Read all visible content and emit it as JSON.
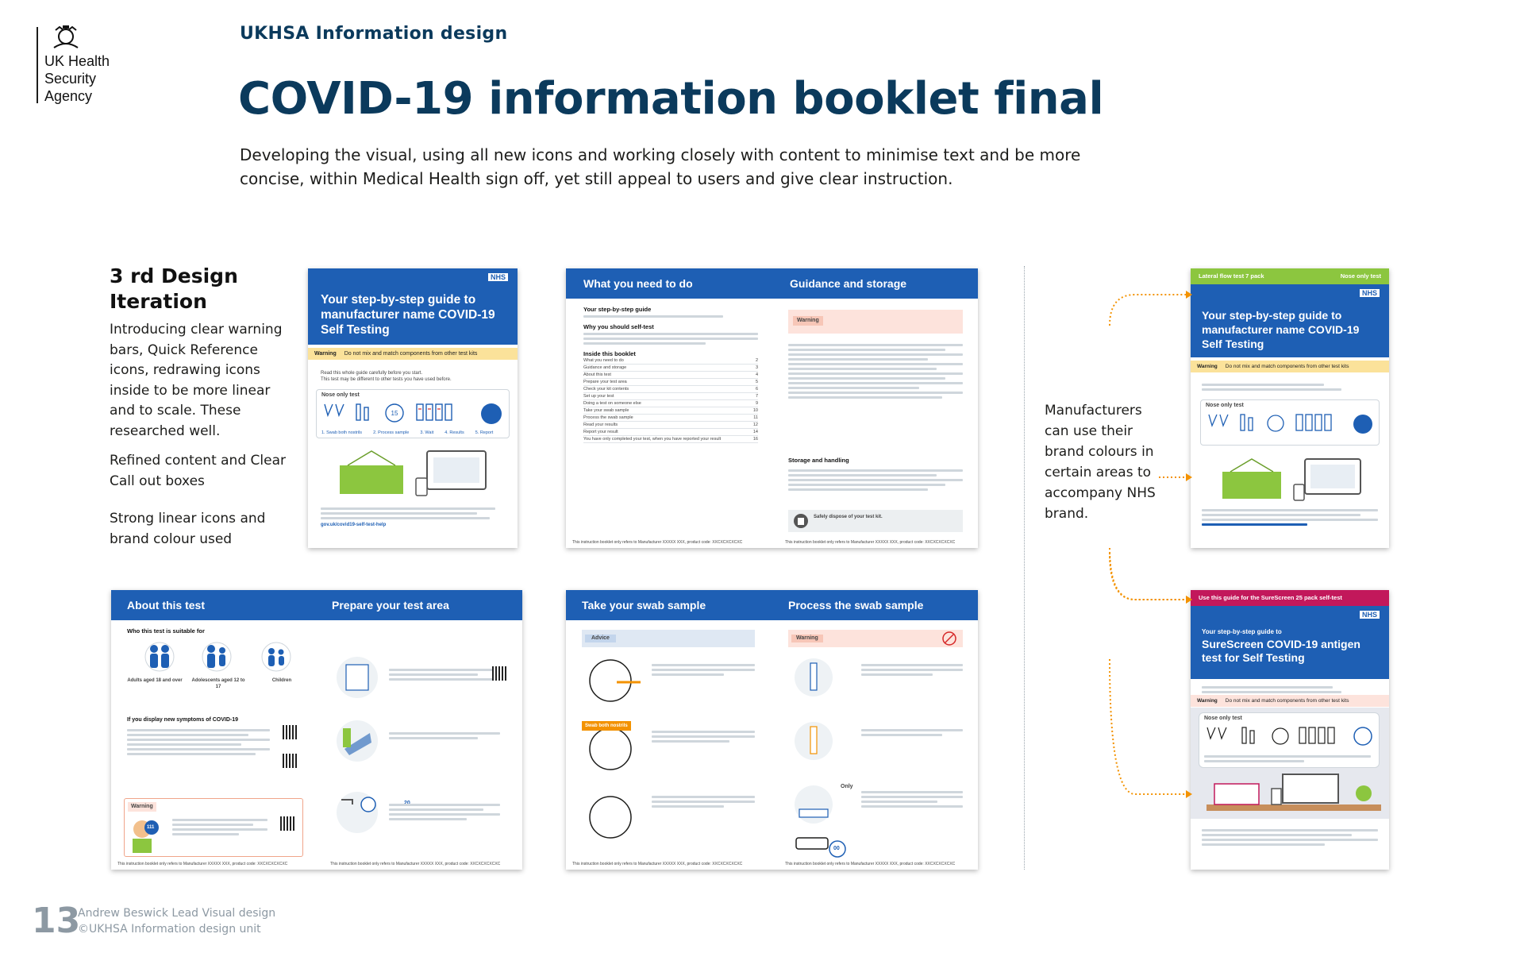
{
  "brand": {
    "agency_line1": "UK Health",
    "agency_line2": "Security",
    "agency_line3": "Agency"
  },
  "header": {
    "eyebrow": "UKHSA Information design",
    "title": "COVID-19 information booklet final",
    "intro": "Developing the visual, using all new icons and working closely with content to minimise text and be more concise, within Medical Health sign off, yet still appeal to users and give clear instruction."
  },
  "iteration": {
    "title": "3 rd Design Iteration",
    "p1": "Introducing clear warning bars, Quick Reference icons, redrawing icons inside to be more linear and to scale. These researched well.",
    "p2": "Refined content and Clear Call out boxes",
    "p3": "Strong linear icons and brand colour used"
  },
  "manufacturers_note": "Manufacturers can use their brand colours in certain areas to accompany NHS brand.",
  "footer": {
    "page_number": "13",
    "line1": "Andrew Beswick Lead Visual design",
    "line2": "©UKHSA  Information design unit"
  },
  "booklets": {
    "cover": {
      "nhs": "NHS",
      "title": "Your step-by-step guide to manufacturer name COVID-19 Self Testing",
      "warning_label": "Warning",
      "warning_text": "Do not mix and match components from other test kits",
      "read_line": "Read this whole guide carefully before you start.",
      "read_line2": "This test may be different to other tests you have used before.",
      "nose_only": "Nose only test",
      "steps": [
        "1. Swab both nostrils",
        "2. Process sample",
        "3. Wait",
        "4. Results",
        "5. Report"
      ],
      "footnote": "This instruction booklet only refers to Manufacturer XXXXX XXX, product code: XXCXCXCXCXC",
      "link": "gov.uk/covid19-self-test-help"
    },
    "spread1": {
      "left_header": "What you need to do",
      "right_header": "Guidance and storage",
      "guide_title": "Your step-by-step guide",
      "why_title": "Why you should self-test",
      "inside_title": "Inside this booklet",
      "inside_items": [
        {
          "label": "What you need to do",
          "page": "2"
        },
        {
          "label": "Guidance and storage",
          "page": "3"
        },
        {
          "label": "About this test",
          "page": "4"
        },
        {
          "label": "Prepare your test area",
          "page": "5"
        },
        {
          "label": "Check your kit contents",
          "page": "6"
        },
        {
          "label": "Set up your test",
          "page": "7"
        },
        {
          "label": "Doing a test on someone else",
          "page": "9"
        },
        {
          "label": "Take your swab sample",
          "page": "10"
        },
        {
          "label": "Process the swab sample",
          "page": "11"
        },
        {
          "label": "Read your results",
          "page": "12"
        },
        {
          "label": "Report your result",
          "page": "14"
        },
        {
          "label": "You have only completed your test, when you have reported your result",
          "page": "16"
        }
      ],
      "warning_label": "Warning",
      "storage_title": "Storage and handling",
      "dispose_title": "Safely dispose of your test kit."
    },
    "spread2": {
      "left_header": "About this test",
      "right_header": "Prepare your test area",
      "suitable_title": "Who this test is suitable for",
      "groups": [
        "Adults aged 18 and over",
        "Adolescents aged 12 to 17",
        "Children"
      ],
      "symptoms_title": "If you display new symptoms of COVID-19",
      "warning_label": "Warning",
      "badge_111": "111",
      "timer": "20"
    },
    "spread3": {
      "left_header": "Take your swab sample",
      "right_header": "Process the swab sample",
      "advice_label": "Advice",
      "warning_label": "Warning",
      "swab_label": "Swab both nostrils",
      "only_label": "Only",
      "timer": "00"
    },
    "lateral": {
      "top_left": "Lateral flow test 7 pack",
      "top_right": "Nose only test",
      "nhs": "NHS",
      "title": "Your step-by-step guide to manufacturer name COVID-19 Self Testing",
      "warning_label": "Warning",
      "warning_text": "Do not mix and match components from other test kits",
      "nose_only": "Nose only test"
    },
    "surescreen": {
      "top": "Use this guide for the SureScreen 25 pack self-test",
      "nhs": "NHS",
      "pre": "Your step-by-step guide to",
      "title": "SureScreen COVID-19 antigen test for Self Testing",
      "warning_label": "Warning",
      "warning_text": "Do not mix and match components from other test kits",
      "nose_only": "Nose only test"
    }
  },
  "colors": {
    "navy": "#0b3a5c",
    "nhs_blue": "#1e5fb4",
    "warning_yellow": "#fbe29a",
    "lateral_green": "#8cc63f",
    "surescreen_magenta": "#c2185b",
    "arrow_orange": "#f39200"
  }
}
